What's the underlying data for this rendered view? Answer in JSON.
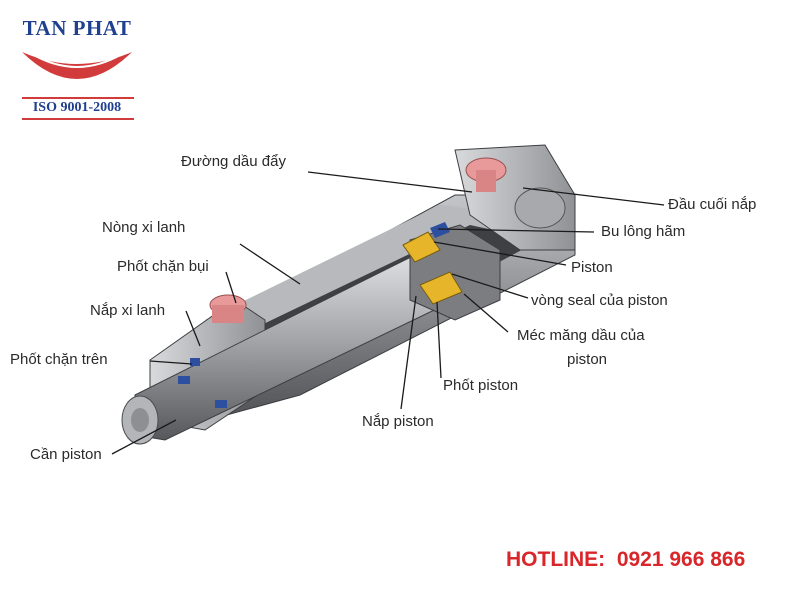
{
  "logo": {
    "brand": "TAN PHAT",
    "certification": "ISO 9001-2008",
    "colors": {
      "brand": "#1f3f8f",
      "accent": "#d23b3b"
    }
  },
  "diagram": {
    "labels": {
      "duong_dau_day": "Đường dầu đẩy",
      "dau_cuoi_nap": "Đầu cuối nắp",
      "nong_xi_lanh": "Nòng xi lanh",
      "bu_long_ham": "Bu lông hãm",
      "phot_chan_bui": "Phốt chặn bụi",
      "piston": "Piston",
      "vong_seal": "vòng seal của piston",
      "nap_xi_lanh": "Nắp xi lanh",
      "mec_mang_1": "Méc măng dầu của",
      "mec_mang_2": "piston",
      "phot_chan_tren": "Phốt chặn trên",
      "phot_piston": "Phốt piston",
      "nap_piston": "Nắp piston",
      "can_piston": "Cần piston"
    },
    "colors": {
      "body": "#8e9094",
      "port": "#e89a9a",
      "seal_yellow": "#e7b52a",
      "seal_blue": "#2d4f9f"
    }
  },
  "hotline": {
    "label": "HOTLINE:",
    "number": "0921 966 866"
  }
}
